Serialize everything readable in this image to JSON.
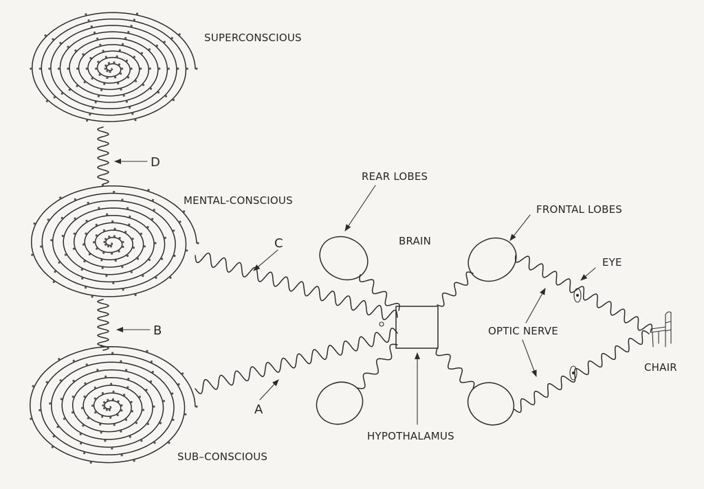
{
  "labels": {
    "superconscious": "SUPERCONSCIOUS",
    "mental_conscious": "MENTAL-CONSCIOUS",
    "sub_conscious": "SUB–CONSCIOUS",
    "rear_lobes": "REAR LOBES",
    "brain": "BRAIN",
    "frontal_lobes": "FRONTAL LOBES",
    "eye": "EYE",
    "optic_nerve": "OPTIC NERVE",
    "chair": "CHAIR",
    "hypothalamus": "HYPOTHALAMUS"
  },
  "connections": {
    "a": "A",
    "b": "B",
    "c": "C",
    "d": "D"
  }
}
